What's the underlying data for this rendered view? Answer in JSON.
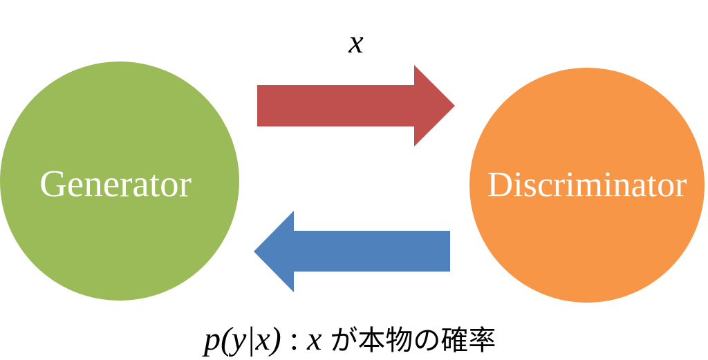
{
  "nodes": {
    "generator": {
      "label": "Generator",
      "fill": "#9bbb59"
    },
    "discriminator": {
      "label": "Discriminator",
      "fill": "#f79646"
    }
  },
  "edges": {
    "forward": {
      "label": "x",
      "fill": "#c0504d"
    },
    "backward": {
      "fill": "#4f81bd",
      "label_math": "p(y|x)",
      "label_separator": ": ",
      "label_var": "x",
      "label_text": "が本物の確率"
    }
  },
  "colors": {
    "node_text": "#ffffff",
    "label_text": "#000000"
  }
}
